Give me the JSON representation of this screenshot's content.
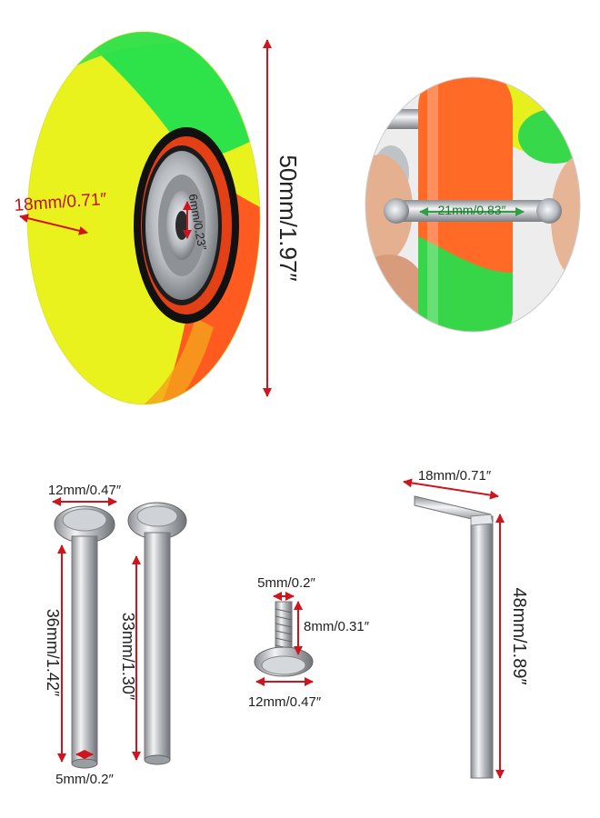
{
  "wheel": {
    "height_label": "50mm/1.97″",
    "width_label": "18mm/0.71″",
    "bearing_label": "6mm/0.23″"
  },
  "photo": {
    "axle_label": "21mm/0.83″"
  },
  "axle_long": {
    "head_label": "12mm/0.47″",
    "length_label": "36mm/1.42″",
    "thread_label": "5mm/0.2″"
  },
  "axle_short": {
    "length_label": "33mm/1.30″"
  },
  "screw": {
    "thread_label": "5mm/0.2″",
    "length_label": "8mm/0.31″",
    "head_label": "12mm/0.47″"
  },
  "hex_key": {
    "width_label": "18mm/0.71″",
    "length_label": "48mm/1.89″"
  },
  "colors": {
    "dimension_arrow": "#d0141e",
    "green_arrow": "#2ea043",
    "wheel_green": "#2ee34a",
    "wheel_yellow": "#e9f21c",
    "wheel_orange": "#ff5a1f"
  }
}
